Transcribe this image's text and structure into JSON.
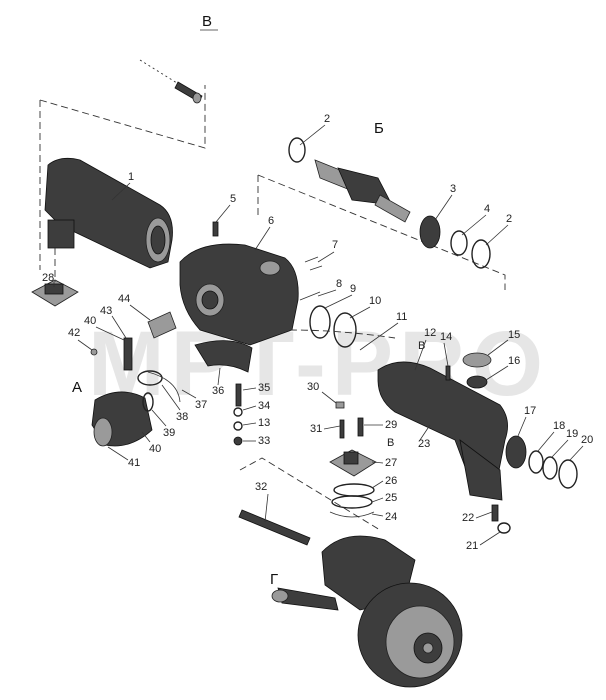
{
  "watermark": "MPT-PRO",
  "views": {
    "v": "В",
    "b": "Б",
    "a": "А",
    "g": "Г"
  },
  "parts": [
    "1",
    "2",
    "3",
    "4",
    "5",
    "6",
    "7",
    "8",
    "9",
    "10",
    "11",
    "12",
    "13",
    "14",
    "15",
    "16",
    "17",
    "18",
    "19",
    "20",
    "21",
    "22",
    "23",
    "24",
    "25",
    "26",
    "27",
    "28",
    "29",
    "30",
    "31",
    "32",
    "33",
    "34",
    "35",
    "36",
    "37",
    "38",
    "39",
    "40",
    "41",
    "42",
    "43",
    "44"
  ]
}
